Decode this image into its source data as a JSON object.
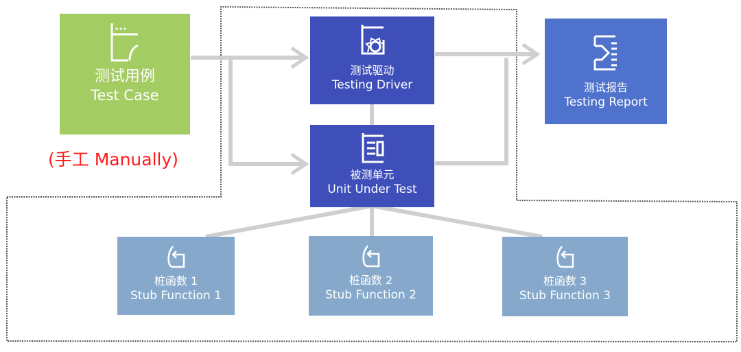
{
  "colors": {
    "test_case": "#a3cc62",
    "driver": "#3f4fb9",
    "unit": "#3f4fb9",
    "report": "#4f72cc",
    "stub": "#86a9cb",
    "connector": "#cfcfcf",
    "boundary": "#555555",
    "annotation": "#ff1a1a"
  },
  "nodes": {
    "test_case": {
      "zh": "测试用例",
      "en": "Test Case",
      "icon": "test-case-icon"
    },
    "driver": {
      "zh": "测试驱动",
      "en": "Testing Driver",
      "icon": "gear-document-icon"
    },
    "unit": {
      "zh": "被测单元",
      "en": "Unit Under Test",
      "icon": "document-lines-icon"
    },
    "report": {
      "zh": "测试报告",
      "en": "Testing Report",
      "icon": "report-arrow-icon"
    },
    "stubs": [
      {
        "zh": "桩函数 1",
        "en": "Stub Function 1",
        "icon": "return-arrow-icon"
      },
      {
        "zh": "桩函数 2",
        "en": "Stub Function 2",
        "icon": "return-arrow-icon"
      },
      {
        "zh": "桩函数 3",
        "en": "Stub Function 3",
        "icon": "return-arrow-icon"
      }
    ]
  },
  "annotation": {
    "manual": "(手工 Manually)"
  },
  "edges": [
    {
      "from": "test_case",
      "to": "driver",
      "arrow": true
    },
    {
      "from": "test_case",
      "to": "unit",
      "arrow": true
    },
    {
      "from": "driver",
      "to": "report",
      "arrow": true
    },
    {
      "from": "unit",
      "to": "report",
      "arrow": false
    },
    {
      "from": "driver",
      "to": "unit",
      "arrow": false
    },
    {
      "from": "unit",
      "to": "stub_1",
      "arrow": false
    },
    {
      "from": "unit",
      "to": "stub_2",
      "arrow": false
    },
    {
      "from": "unit",
      "to": "stub_3",
      "arrow": false
    }
  ]
}
